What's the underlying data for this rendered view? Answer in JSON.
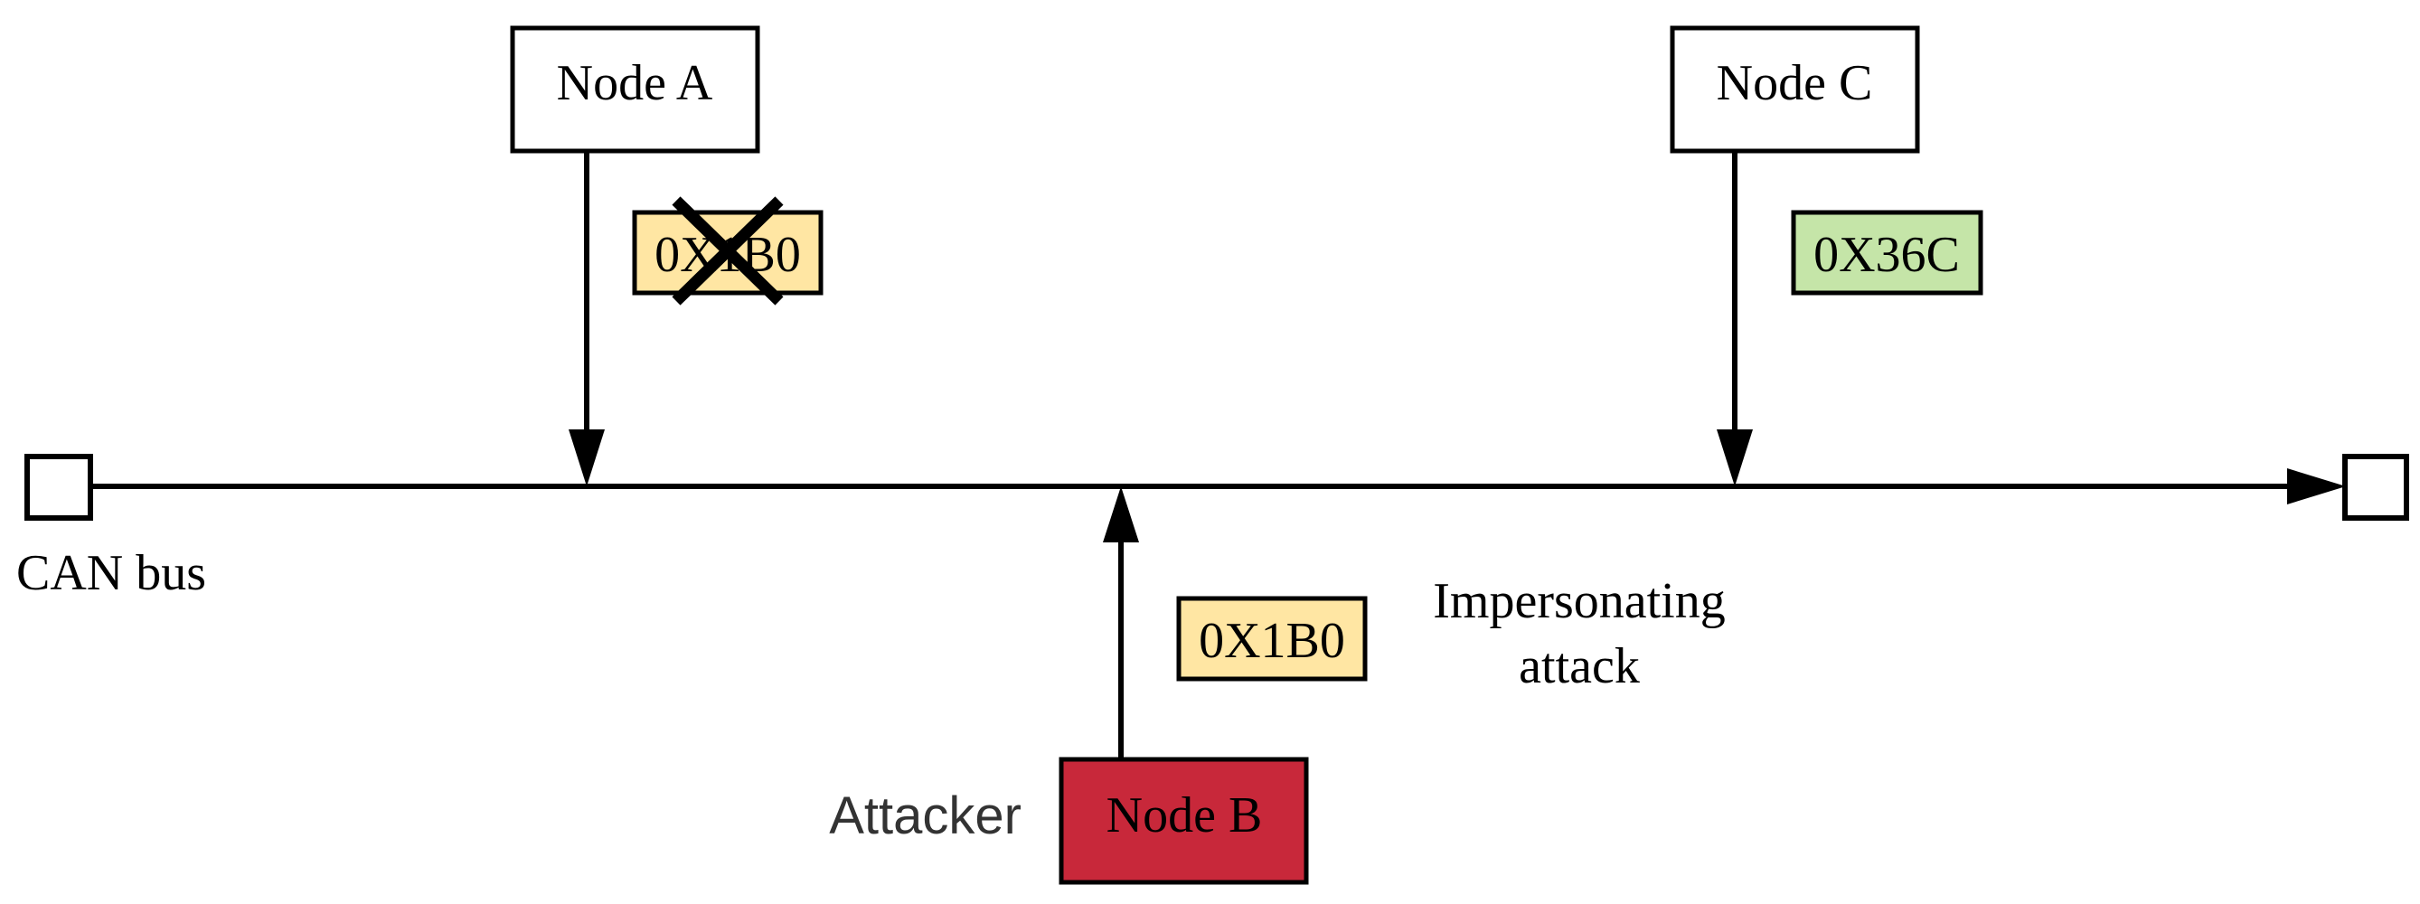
{
  "nodes": {
    "a": {
      "label": "Node A",
      "message_id": "0X1B0",
      "message_blocked": true
    },
    "c": {
      "label": "Node C",
      "message_id": "0X36C"
    },
    "b": {
      "label": "Node B",
      "role_label": "Attacker",
      "message_id": "0X1B0"
    }
  },
  "bus": {
    "label": "CAN bus"
  },
  "attack": {
    "line1": "Impersonating",
    "line2": "attack"
  },
  "colors": {
    "message_yellow": "#FFE6A3",
    "message_green": "#C5E5A8",
    "attacker_red": "#C8283A",
    "stroke": "#000000"
  }
}
